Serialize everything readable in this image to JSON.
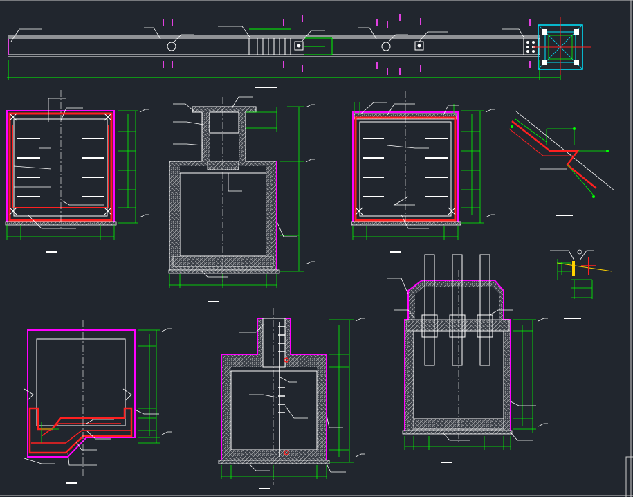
{
  "drawing": {
    "background": "#21262e",
    "colors": {
      "outline": "#ffffff",
      "dimension": "#00ff00",
      "rebar": "#ff2020",
      "wall_edge": "#ff00ff",
      "marker": "#e040e0",
      "pile_cap": "#00e5ff",
      "leader": "#ffffff",
      "accent": "#ffd200"
    },
    "views": [
      "plan-strip",
      "section-upper-left",
      "section-upper-middle",
      "section-upper-right",
      "rebar-bend-detail",
      "small-node-detail",
      "section-lower-left",
      "section-lower-middle",
      "section-lower-right"
    ]
  }
}
